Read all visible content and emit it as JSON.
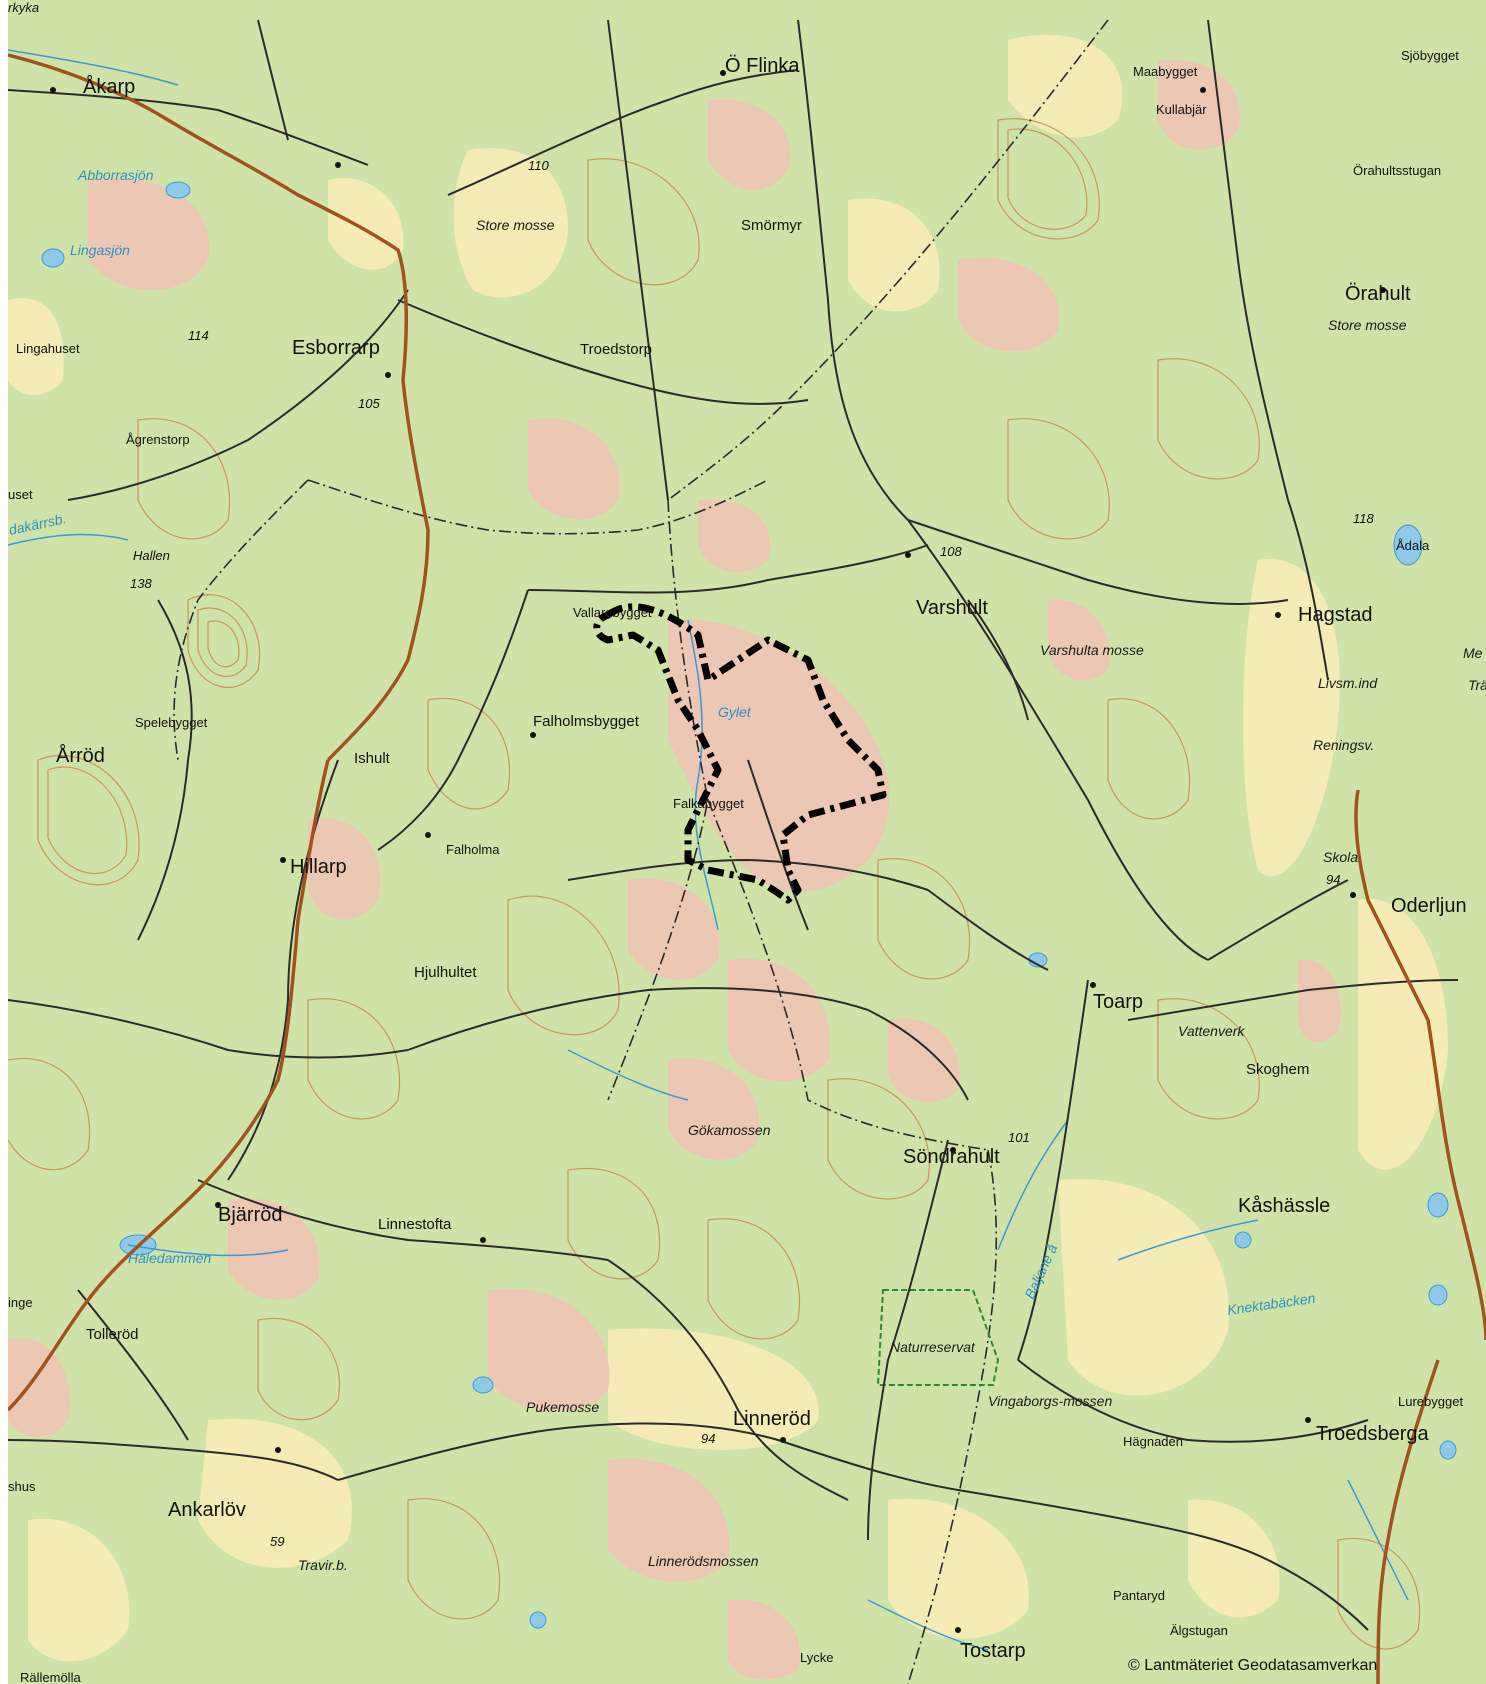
{
  "map": {
    "copyright": "© Lantmäteriet Geodatasamverkan",
    "colors": {
      "forest": "#cfe3a8",
      "field": "#f4ebb5",
      "bog": "#ecc7b3",
      "water": "#8fc9ea",
      "road_main": "#a3521f",
      "road_minor": "#2b2b2b",
      "contour": "#c58a4a",
      "stream": "#3a9ad6",
      "boundary_study": "#000000",
      "boundary_reserve": "#2e8b2e"
    },
    "places_large": [
      "Åkarp",
      "Ö Flinka",
      "Esborrarp",
      "Varshult",
      "Hagstad",
      "Örahult",
      "Hillarp",
      "Årröd",
      "Toarp",
      "Oderljun",
      "Kåshässle",
      "Söndrahult",
      "Bjärröd",
      "Linneröd",
      "Ankarlöv",
      "Troedsberga",
      "Tostarp"
    ],
    "places_medium": [
      "Smörmyr",
      "Troedstorp",
      "Ishult",
      "Falholmsbygget",
      "Vallarebygget",
      "Falkabygget",
      "Hjulhultet",
      "Linnestofta",
      "Tolleröd",
      "Skoghem",
      "Spelebygget",
      "Falholma",
      "Maabygget",
      "Kullabjär",
      "Sjöbygget",
      "Örahultsstugan",
      "Lingahuset",
      "Ågrenstorp",
      "Ådala",
      "Lurebygget",
      "Hägnaden",
      "Pantaryd",
      "Älgstugan",
      "Lycke",
      "Rällemölla",
      "inge",
      "shus",
      "uset"
    ],
    "nature_labels": [
      "Store mosse",
      "Store mosse",
      "Varshulta mosse",
      "Gökamossen",
      "Pukemosse",
      "Linnerödsmossen",
      "Vingaborgs-mossen",
      "Naturreservat",
      "Livsm.ind",
      "Reningsv.",
      "Vattenverk",
      "Travir.b.",
      "Skola",
      "Me",
      "Trä"
    ],
    "water_labels": [
      "Abborrasjön",
      "Lingasjön",
      "Gylet",
      "Häledammen",
      "Baljane å",
      "Knektabäcken",
      "dakärrsb."
    ],
    "elevations": [
      "110",
      "114",
      "105",
      "138",
      "108",
      "118",
      "94",
      "101",
      "94",
      "59",
      "Hallen",
      "rkyka"
    ]
  }
}
